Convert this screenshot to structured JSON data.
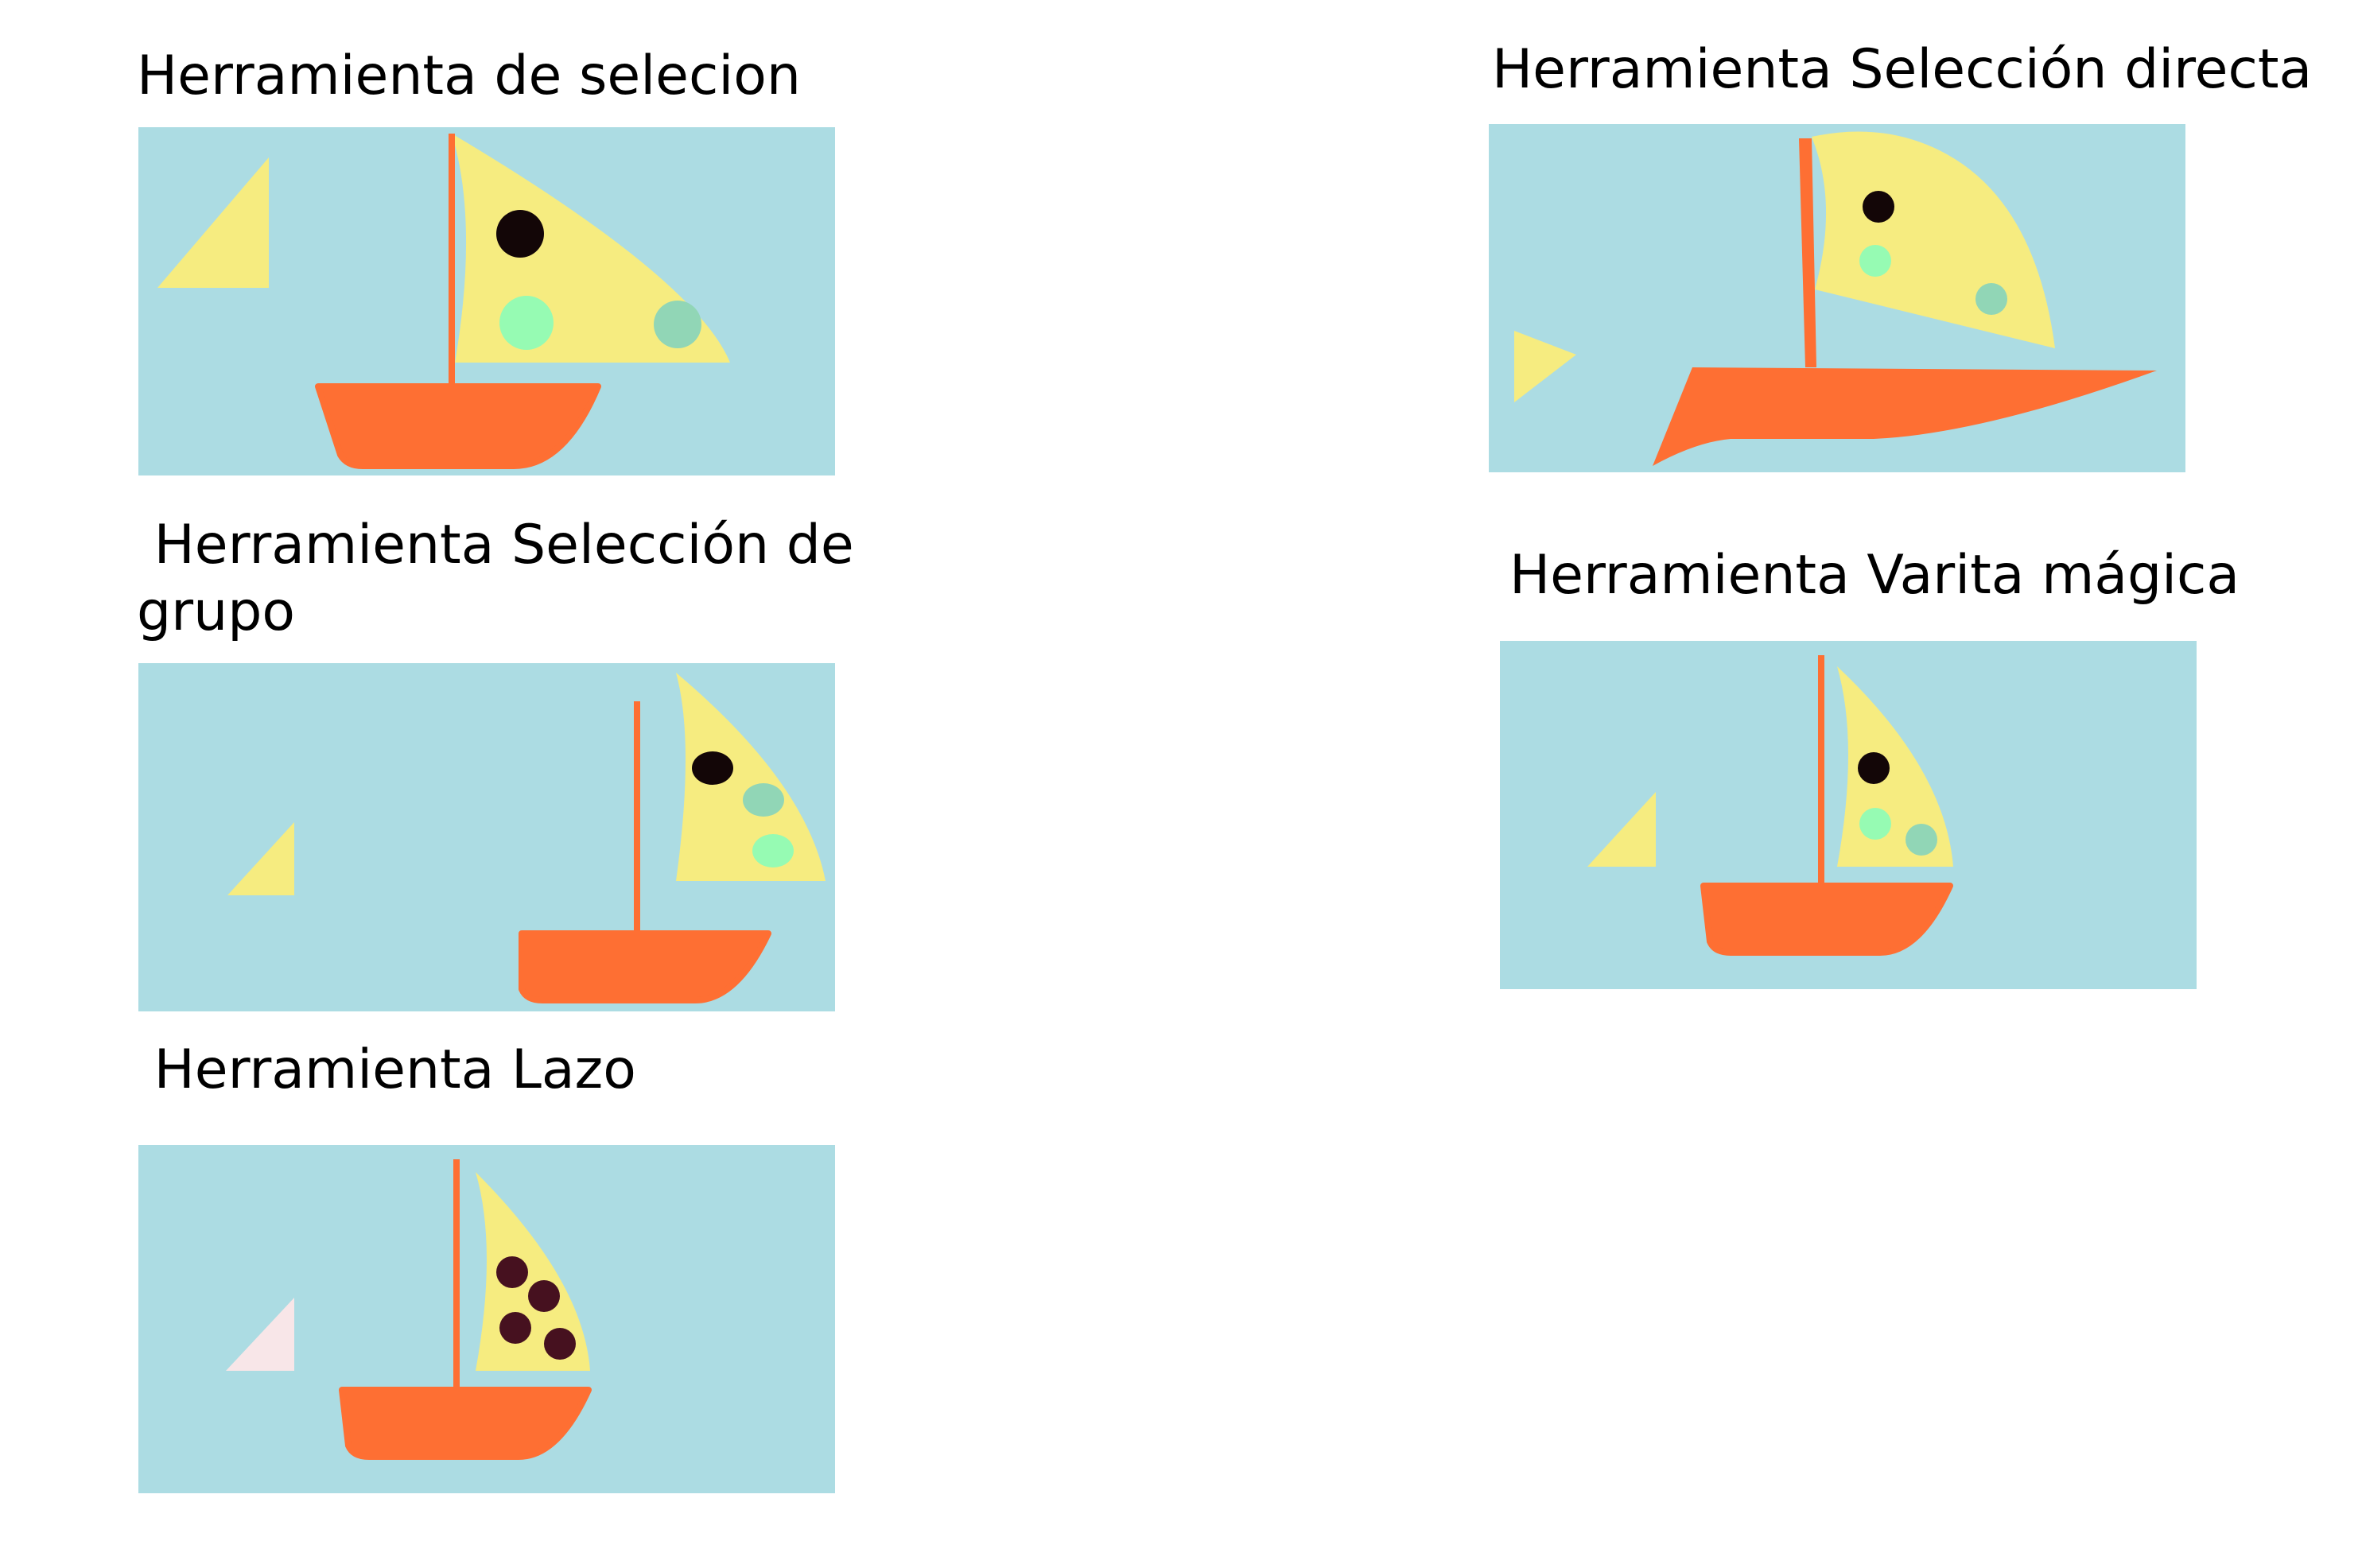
{
  "colors": {
    "water": "#acdce3",
    "sail": "#f6ec80",
    "hull": "#fe6f33",
    "dot_dark": "#130607",
    "dot_mint": "#96fbb3",
    "dot_teal": "#91d6b6",
    "dot_maroon": "#46111f",
    "triangle_pale": "#f8e6e8"
  },
  "examples": [
    {
      "title": "Herramienta de selecion"
    },
    {
      "title": "Herramienta Selección directa"
    },
    {
      "title": " Herramienta Selección de\ngrupo"
    },
    {
      "title": "Herramienta Varita mágica"
    },
    {
      "title": " Herramienta Lazo"
    }
  ]
}
